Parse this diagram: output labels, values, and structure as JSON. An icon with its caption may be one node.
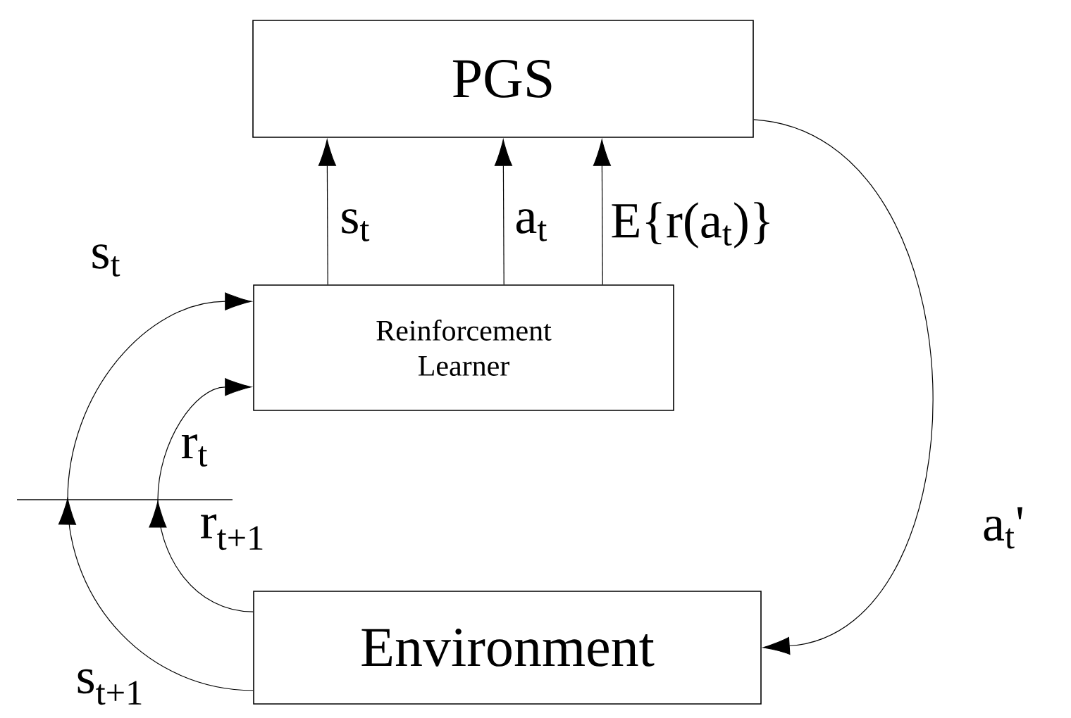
{
  "diagram": {
    "nodes": [
      {
        "text": [
          "PGS"
        ]
      },
      {
        "text": [
          "Reinforcement Learner"
        ]
      },
      {
        "text": [
          "Environment"
        ]
      }
    ],
    "edges": [
      {
        "from": 1,
        "to": 0,
        "arrow": "to",
        "label": "s$_{t}$"
      },
      {
        "from": 1,
        "to": 0,
        "arrow": "to",
        "label": "a$_{t}$"
      },
      {
        "from": 1,
        "to": 0,
        "arrow": "to",
        "label": "E{r(a$_{t}$)}"
      },
      {
        "from": 0,
        "to": 2,
        "arrow": "to",
        "label": "a$_{t}$'"
      },
      {
        "from": 2,
        "to": 1,
        "arrow": "to",
        "label": "s$_{t}$"
      },
      {
        "from": 2,
        "to": 1,
        "arrow": "to",
        "label": "r$_{t}$"
      }
    ],
    "labels": [
      "r$_{t+1}$",
      "s$_{t+1}$"
    ]
  }
}
